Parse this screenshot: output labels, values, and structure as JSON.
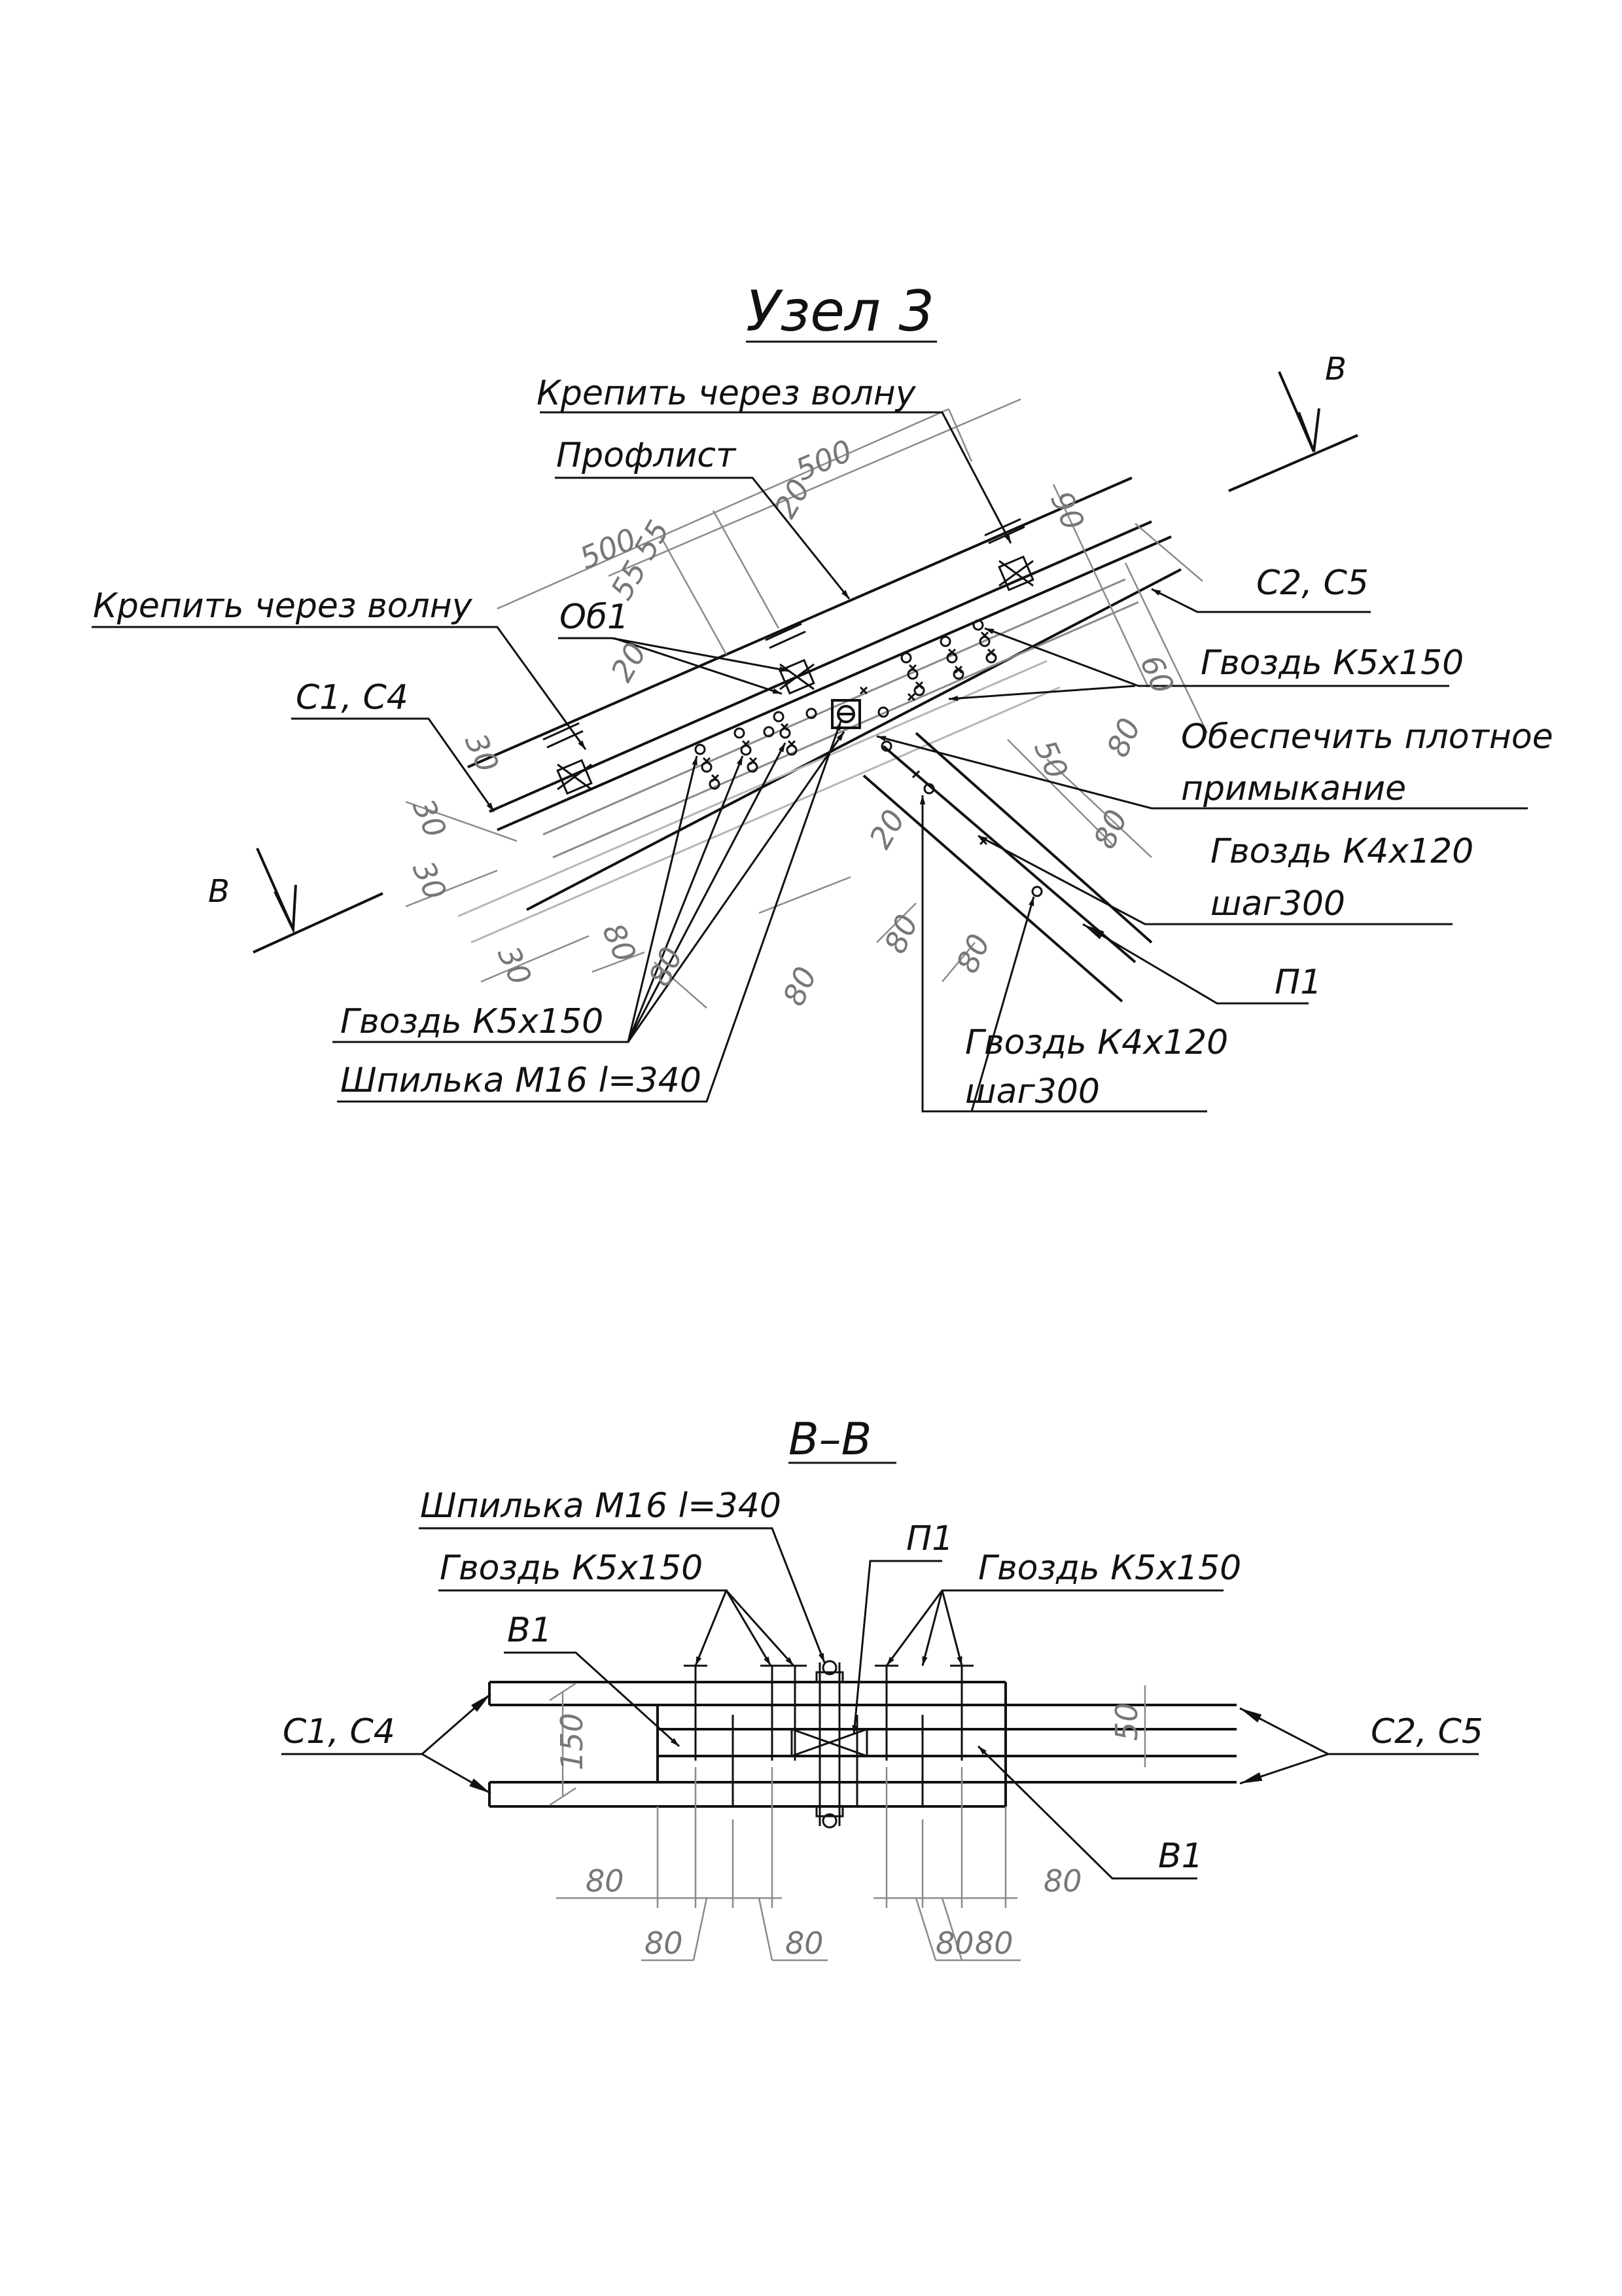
{
  "node": {
    "title": "Узел 3",
    "fix_wave_top": "Крепить через волну",
    "proflist": "Профлист",
    "fix_wave_left": "Крепить через волну",
    "ob1": "Об1",
    "c1c4": "С1, С4",
    "c2c5": "С2, С5",
    "nail_k5_right": "Гвоздь К5х150",
    "tight_fit_1": "Обеспечить плотное",
    "tight_fit_2": "примыкание",
    "nail_k4_right_1": "Гвоздь К4х120",
    "nail_k4_right_2": "шаг300",
    "p1": "П1",
    "nail_k4_bottom_1": "Гвоздь К4х120",
    "nail_k4_bottom_2": "шаг300",
    "nail_k5_left": "Гвоздь К5х150",
    "stud": "Шпилька М16 l=340",
    "section_mark": "В",
    "dims": {
      "d500a": "500",
      "d500b": "500",
      "d55a": "55",
      "d55b": "55",
      "d20a": "20",
      "d20b": "20",
      "d20c": "20",
      "d90": "90",
      "d60": "60",
      "d50": "50",
      "d30a": "30",
      "d30b": "30",
      "d30c": "30",
      "d30d": "30",
      "d80a": "80",
      "d80b": "80",
      "d80c": "80",
      "d80d": "80",
      "d80e": "80",
      "d80f": "80",
      "d80g": "80"
    }
  },
  "section": {
    "title": "В–В",
    "stud": "Шпилька М16 l=340",
    "nail_left": "Гвоздь К5х150",
    "p1": "П1",
    "nail_right": "Гвоздь К5х150",
    "b1_top": "В1",
    "c1c4": "С1, С4",
    "c2c5": "С2, С5",
    "b1_bottom": "В1",
    "dims": {
      "d150": "150",
      "d50": "50",
      "b80a": "80",
      "b80b": "80",
      "b80c": "80",
      "b80d": "80",
      "b80e": "80",
      "b80f": "80"
    }
  }
}
